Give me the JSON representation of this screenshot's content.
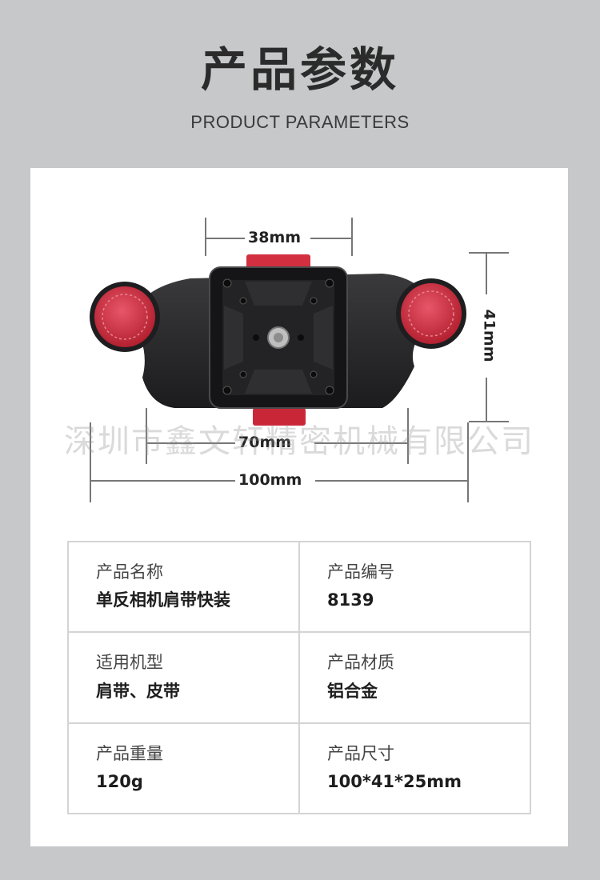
{
  "header": {
    "title": "产品参数",
    "subtitle": "PRODUCT PARAMETERS"
  },
  "diagram": {
    "dim_top": "38mm",
    "dim_side": "41mm",
    "dim_inner": "70mm",
    "dim_total": "100mm",
    "accent_color": "#d63a4b",
    "body_color": "#2a2a2c"
  },
  "watermark": "深圳市鑫文轩精密机械有限公司",
  "specs": [
    [
      {
        "label": "产品名称",
        "value": "单反相机肩带快装"
      },
      {
        "label": "产品编号",
        "value": "8139"
      }
    ],
    [
      {
        "label": "适用机型",
        "value": "肩带、皮带"
      },
      {
        "label": "产品材质",
        "value": "铝合金"
      }
    ],
    [
      {
        "label": "产品重量",
        "value": "120g"
      },
      {
        "label": "产品尺寸",
        "value": "100*41*25mm"
      }
    ]
  ]
}
